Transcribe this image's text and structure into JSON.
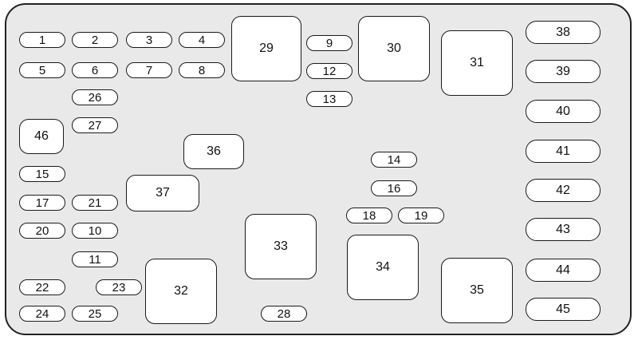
{
  "panel_label": "",
  "fuses": {
    "f1": "1",
    "f2": "2",
    "f3": "3",
    "f4": "4",
    "f5": "5",
    "f6": "6",
    "f7": "7",
    "f8": "8",
    "f9": "9",
    "f10": "10",
    "f11": "11",
    "f12": "12",
    "f13": "13",
    "f14": "14",
    "f15": "15",
    "f16": "16",
    "f17": "17",
    "f18": "18",
    "f19": "19",
    "f20": "20",
    "f21": "21",
    "f22": "22",
    "f23": "23",
    "f24": "24",
    "f25": "25",
    "f26": "26",
    "f27": "27",
    "f28": "28",
    "f38": "38",
    "f39": "39",
    "f40": "40",
    "f41": "41",
    "f42": "42",
    "f43": "43",
    "f44": "44",
    "f45": "45"
  },
  "relays": {
    "r29": "29",
    "r30": "30",
    "r31": "31",
    "r32": "32",
    "r33": "33",
    "r34": "34",
    "r35": "35",
    "r36": "36",
    "r37": "37",
    "r46": "46"
  }
}
